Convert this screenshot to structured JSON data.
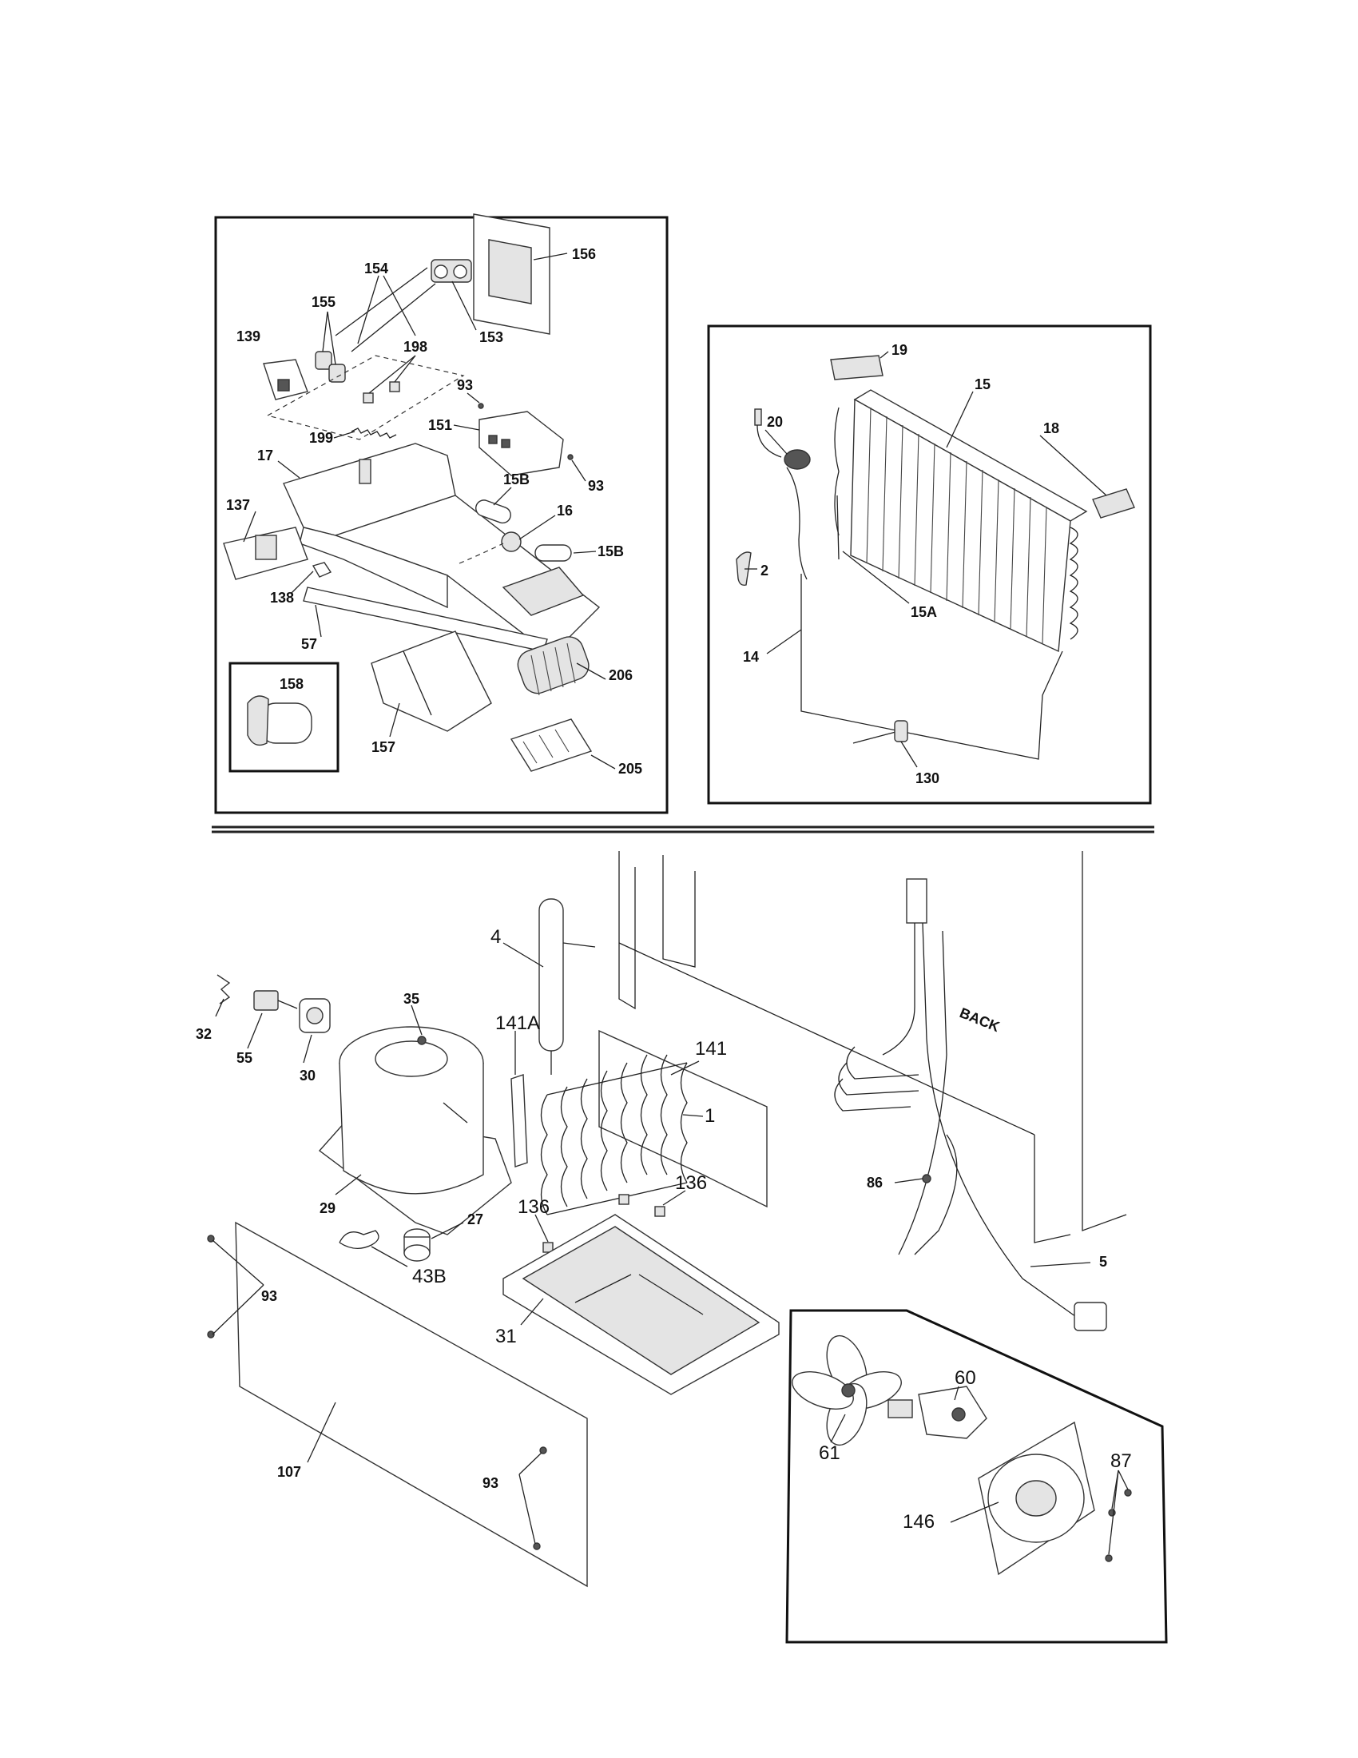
{
  "callouts": {
    "p156": "156",
    "p154": "154",
    "p155": "155",
    "p139": "139",
    "p198": "198",
    "p153": "153",
    "p93a": "93",
    "p151": "151",
    "p199": "199",
    "p93b": "93",
    "p17": "17",
    "p15Ba": "15B",
    "p16": "16",
    "p137": "137",
    "p15Bb": "15B",
    "p138": "138",
    "p57": "57",
    "p158": "158",
    "p206": "206",
    "p157": "157",
    "p205": "205",
    "p19": "19",
    "p15": "15",
    "p20": "20",
    "p18": "18",
    "p2": "2",
    "p15A": "15A",
    "p14": "14",
    "p130": "130",
    "p4": "4",
    "p35": "35",
    "p141A": "141A",
    "p141": "141",
    "p1": "1",
    "p32": "32",
    "p55": "55",
    "p30": "30",
    "p29": "29",
    "p136a": "136",
    "p136b": "136",
    "p27": "27",
    "p43B": "43B",
    "p93c": "93",
    "p31": "31",
    "p107": "107",
    "p93d": "93",
    "p86": "86",
    "p5": "5",
    "p60": "60",
    "p61": "61",
    "p87": "87",
    "p146": "146"
  },
  "annotations": {
    "back": "BACK"
  }
}
